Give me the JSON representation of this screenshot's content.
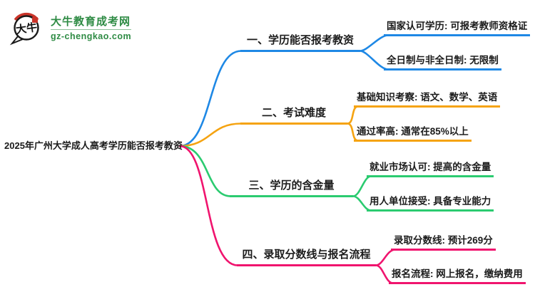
{
  "logo": {
    "icon_text": "大牛",
    "title": "大牛教育成考网",
    "domain": "gz-chengkao.com",
    "colors": {
      "green": "#2E8B44",
      "red": "#C9342A"
    }
  },
  "central_topic": "2025年广州大学成人高考学历能否报考教资",
  "branches": [
    {
      "label": "一、学历能否报考教资",
      "color": "#1E88E5",
      "children": [
        "国家认可学历: 可报考教师资格证",
        "全日制与非全日制: 无限制"
      ]
    },
    {
      "label": "二、考试难度",
      "color": "#F5A311",
      "children": [
        "基础知识考察: 语文、数学、英语",
        "通过率高: 通常在85%以上"
      ]
    },
    {
      "label": "三、学历的含金量",
      "color": "#2BCB70",
      "children": [
        "就业市场认可: 提高的含金量",
        "用人单位接受: 具备专业能力"
      ]
    },
    {
      "label": "四、录取分数线与报名流程",
      "color": "#F0146E",
      "children": [
        "录取分数线: 预计269分",
        "报名流程: 网上报名，缴纳费用"
      ]
    }
  ]
}
